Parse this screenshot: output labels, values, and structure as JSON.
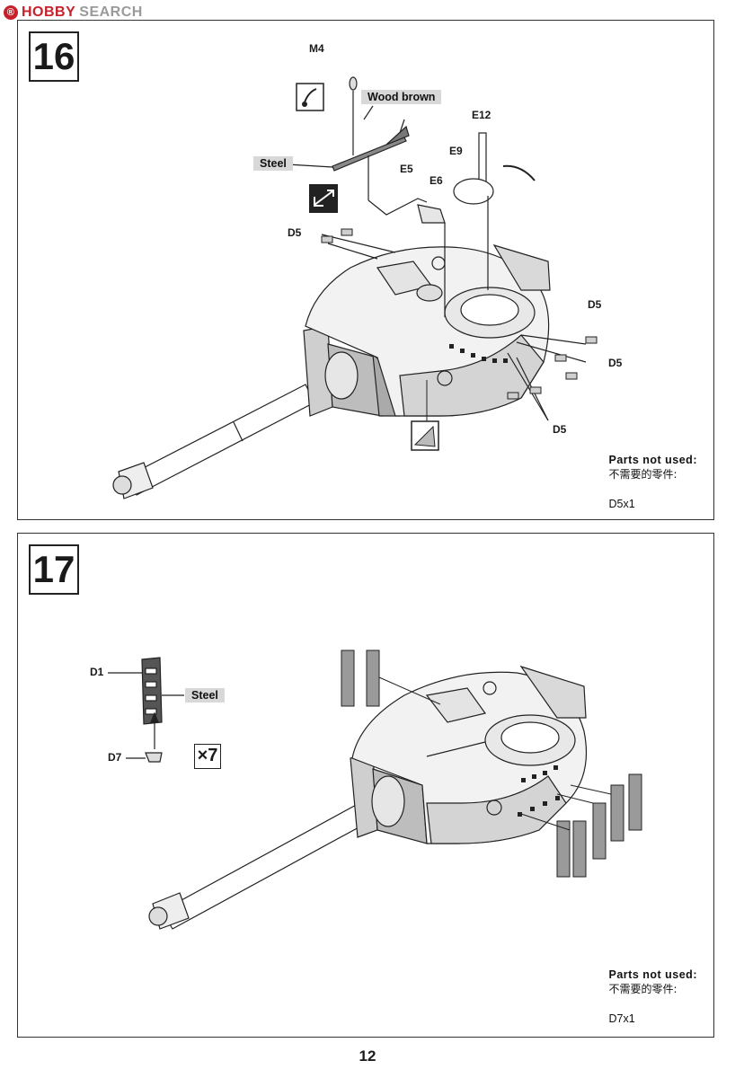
{
  "watermark": {
    "logo_glyph": "®",
    "hobby": "HOBBY",
    "search": "SEARCH"
  },
  "page_number": "12",
  "steps": {
    "s16": {
      "number": "16",
      "parts": {
        "m4": "M4",
        "e5": "E5",
        "e6": "E6",
        "e9": "E9",
        "e12": "E12",
        "d5_a": "D5",
        "d5_b": "D5",
        "d5_c": "D5",
        "d5_d": "D5"
      },
      "color_tags": {
        "wood": "Wood brown",
        "steel": "Steel"
      },
      "icons": [
        "glue-icon",
        "swap-icon",
        "hatch-detail-icon"
      ],
      "not_used": {
        "title": "Parts  not  used:",
        "title_cn": "不需要的零件:",
        "part": "D5x1"
      }
    },
    "s17": {
      "number": "17",
      "parts": {
        "d1": "D1",
        "d7": "D7"
      },
      "color_tags": {
        "steel": "Steel"
      },
      "multiplier": "×7",
      "not_used": {
        "title": "Parts  not  used:",
        "title_cn": "不需要的零件:",
        "part": "D7x1"
      }
    }
  },
  "colors": {
    "border": "#333333",
    "tag_bg": "#d8d8d8",
    "ink": "#1a1a1a"
  }
}
